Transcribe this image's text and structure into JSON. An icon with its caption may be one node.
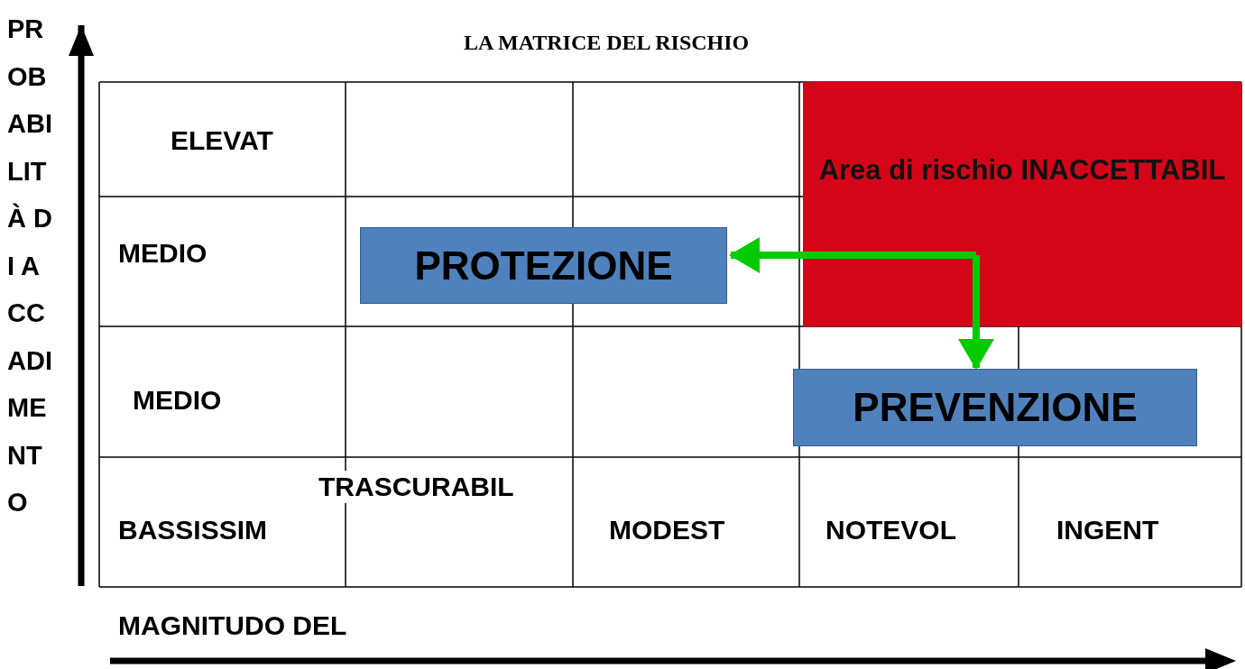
{
  "diagram": {
    "title": "LA MATRICE DEL RISCHIO",
    "nodes": [
      {
        "text": [
          "Area di rischio INACCETTABIL"
        ]
      },
      {
        "text": [
          "PROTEZIONE"
        ]
      },
      {
        "text": [
          "PREVENZIONE"
        ]
      }
    ],
    "edges": [
      {
        "from": 0,
        "to": 1,
        "arrow": "to"
      },
      {
        "from": 0,
        "to": 2,
        "arrow": "to"
      }
    ],
    "labels": [
      "PROBABILITÀ DI ACCADIMENTO",
      "ELEVAT",
      "MEDIO",
      "MEDIO",
      "TRASCURABIL",
      "BASSISSIM",
      "MODEST",
      "NOTEVOL",
      "INGENT",
      "MAGNITUDO DEL"
    ]
  }
}
